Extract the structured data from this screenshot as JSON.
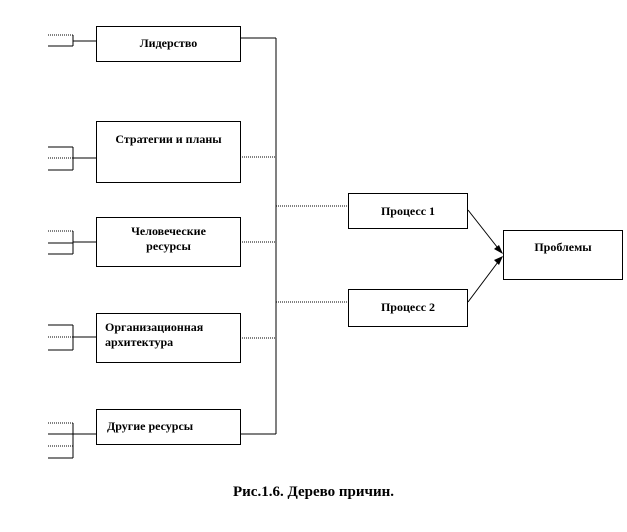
{
  "diagram": {
    "causes": [
      {
        "label": "Лидерство"
      },
      {
        "label": "Стратегии и планы"
      },
      {
        "label": "Человеческие ресурсы"
      },
      {
        "label": "Организационная архитектура"
      },
      {
        "label": "Другие ресурсы"
      }
    ],
    "processes": [
      {
        "label": "Процесс 1"
      },
      {
        "label": "Процесс 2"
      }
    ],
    "result": {
      "label": "Проблемы"
    }
  },
  "caption": "Рис.1.6. Дерево причин."
}
